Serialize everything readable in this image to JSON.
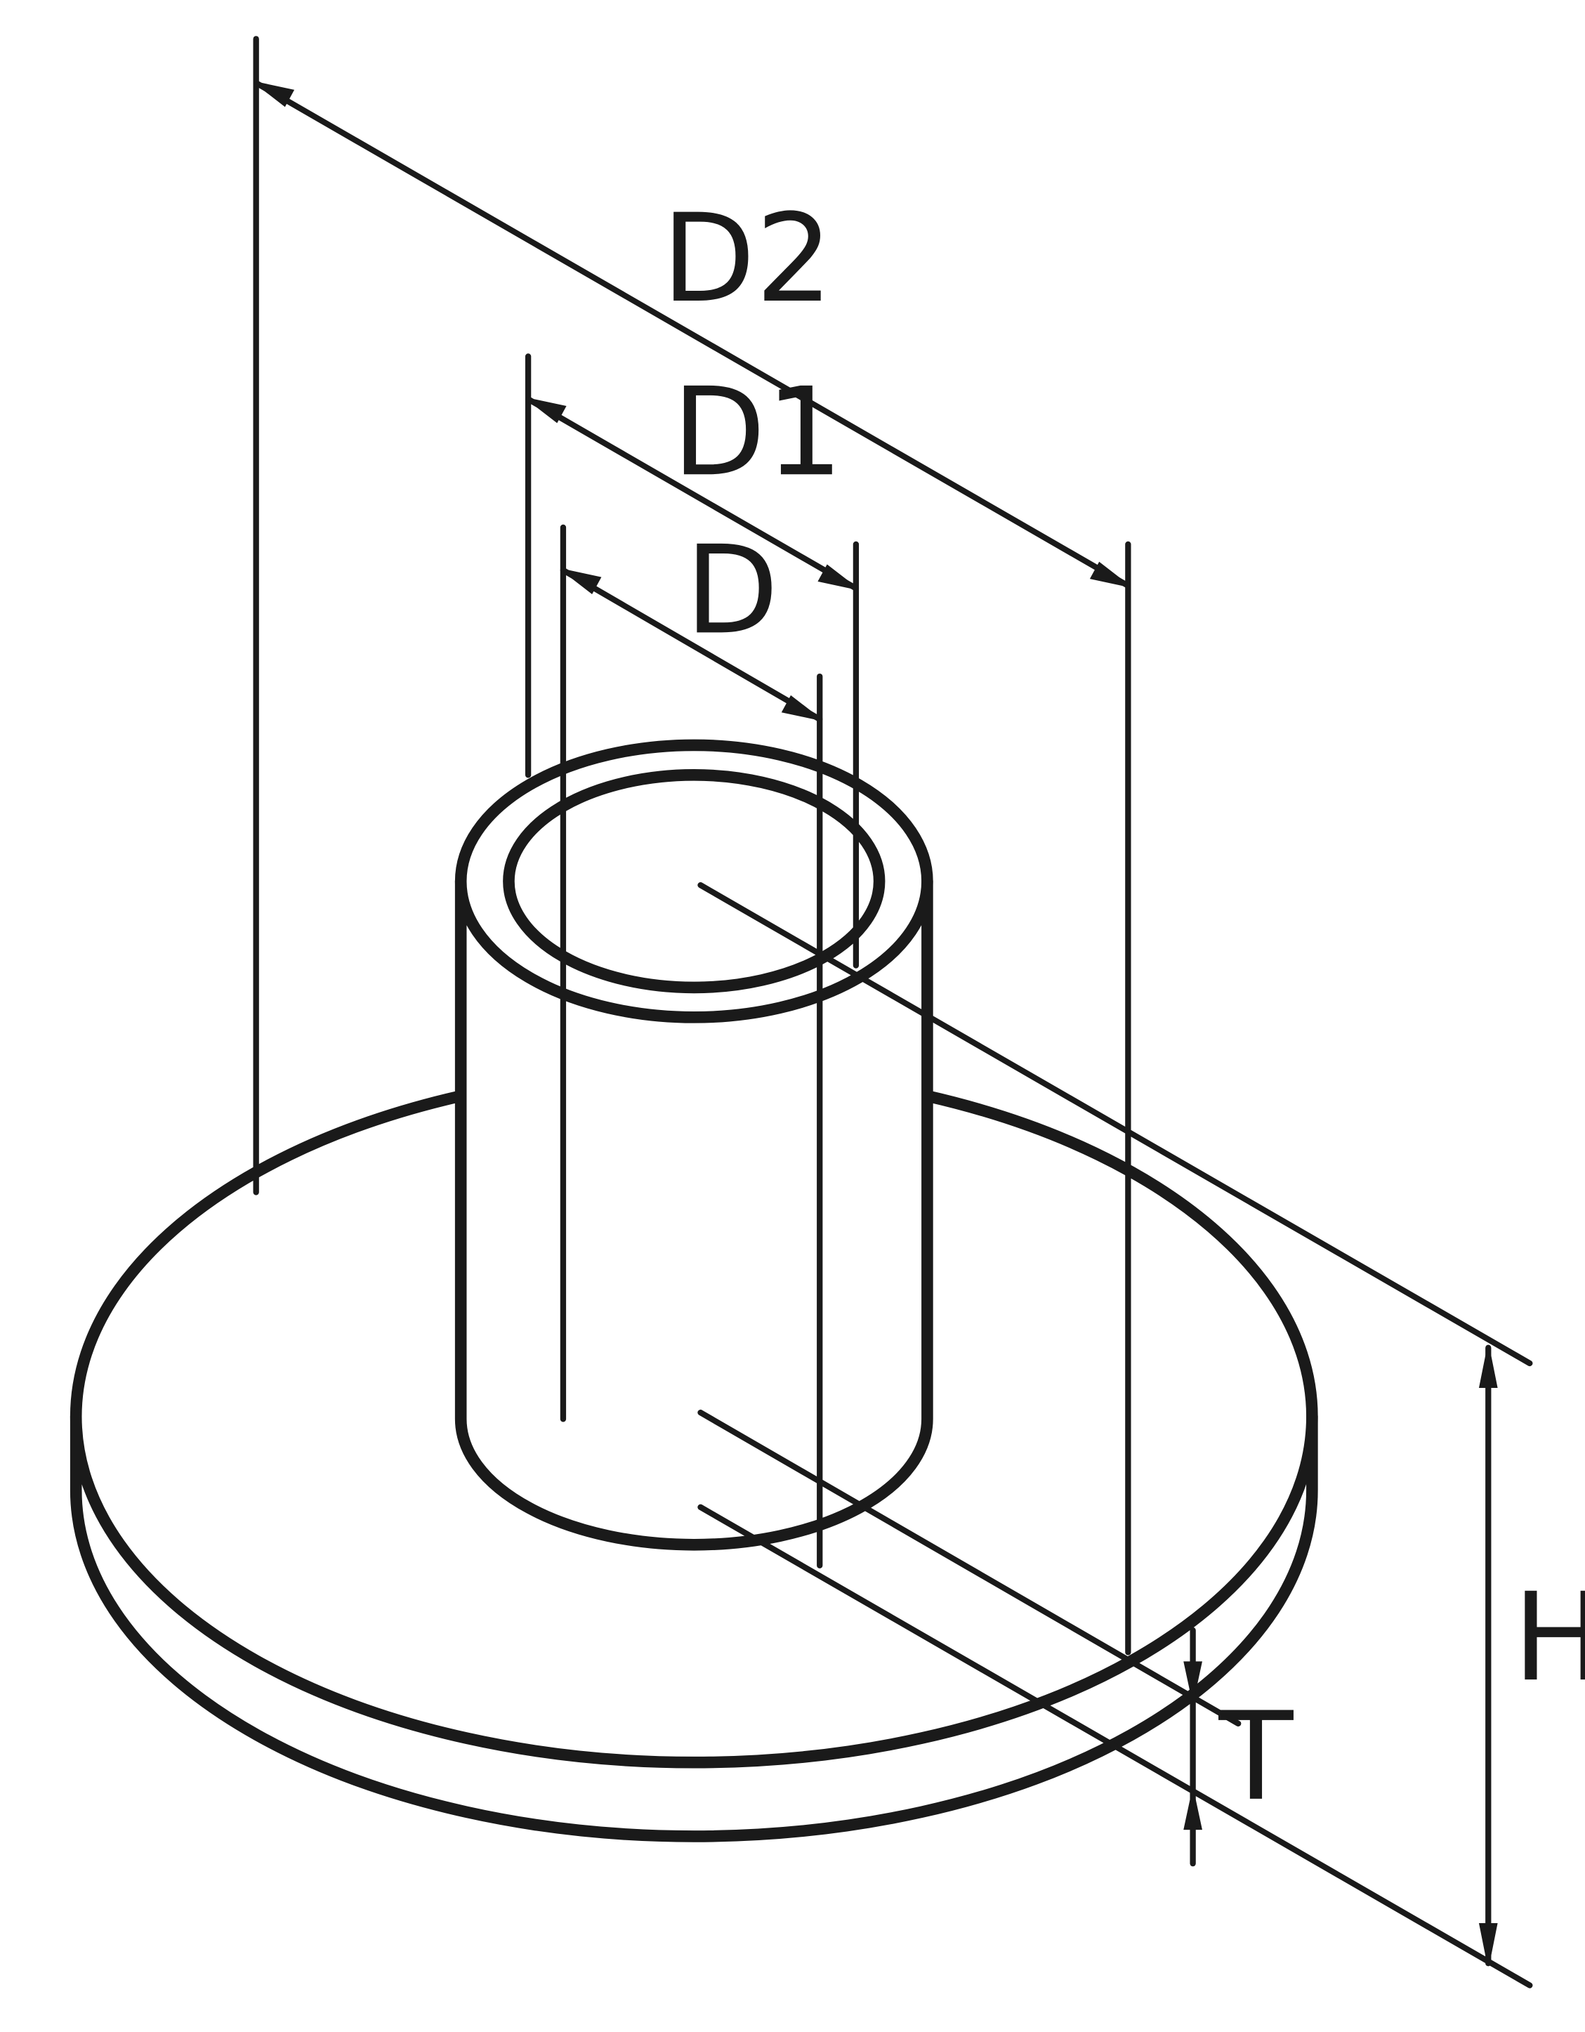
{
  "labels": {
    "d2": "D2",
    "d1": "D1",
    "d": "D",
    "h": "H",
    "t": "T"
  },
  "colors": {
    "ink": "#1a1a1a",
    "background": "#ffffff"
  }
}
